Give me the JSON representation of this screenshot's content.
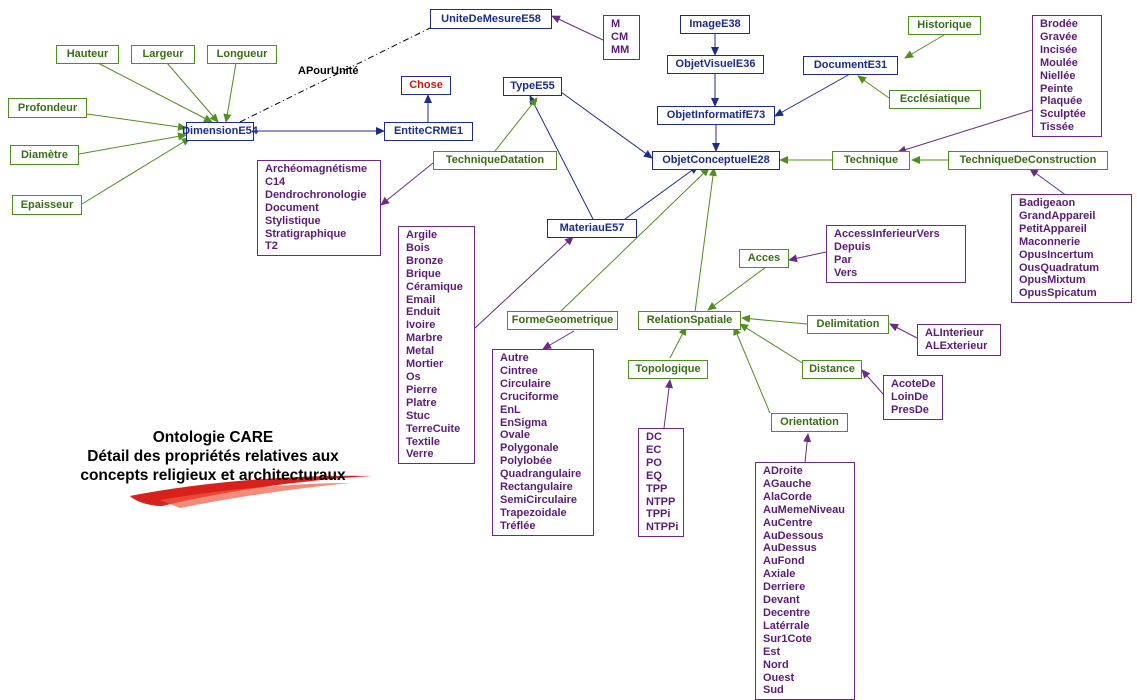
{
  "caption": {
    "title": "Ontologie CARE",
    "line2": "Détail des propriétés relatives aux",
    "line3": "concepts religieux et architecturaux"
  },
  "property_label": "APourUnité",
  "classes": {
    "unite": "UniteDeMesureE58",
    "image": "ImageE38",
    "objetvisuel": "ObjetVisuelE36",
    "document": "DocumentE31",
    "objetinformatif": "ObjetInformatifE73",
    "typee55": "TypeE55",
    "chose": "Chose",
    "dimension": "DimensionE54",
    "entite": "EntiteCRME1",
    "conceptuel": "ObjetConceptuelE28",
    "materiau": "MateriauE57"
  },
  "green": {
    "hauteur": "Hauteur",
    "largeur": "Largeur",
    "longueur": "Longueur",
    "profondeur": "Profondeur",
    "diametre": "Diamètre",
    "epaisseur": "Epaisseur",
    "historique": "Historique",
    "ecclesiastique": "Ecclésiatique",
    "technique": "Technique",
    "techconstruction": "TechniqueDeConstruction",
    "techdatation": "TechniqueDatation",
    "acces": "Acces",
    "forme": "FormeGeometrique",
    "relation": "RelationSpatiale",
    "delimitation": "Delimitation",
    "topologique": "Topologique",
    "distance": "Distance",
    "orientation": "Orientation"
  },
  "lists": {
    "mesures": [
      "M",
      "CM",
      "MM"
    ],
    "decorations": [
      "Brodée",
      "Gravée",
      "Incisée",
      "Moulée",
      "Niellée",
      "Peinte",
      "Plaquée",
      "Sculptée",
      "Tissée"
    ],
    "datation": [
      "Archéomagnétisme",
      "C14",
      "Dendrochronologie",
      "Document",
      "Stylistique",
      "Stratigraphique",
      "T2"
    ],
    "materiaux": [
      "Argile",
      "Bois",
      "Bronze",
      "Brique",
      "Céramique",
      "Email",
      "Enduit",
      "Ivoire",
      "Marbre",
      "Metal",
      "Mortier",
      "Os",
      "Pierre",
      "Platre",
      "Stuc",
      "TerreCuite",
      "Textile",
      "Verre"
    ],
    "construction": [
      "Badigeaon",
      "GrandAppareil",
      "PetitAppareil",
      "Maconnerie",
      "OpusIncertum",
      "OusQuadratum",
      "OpusMixtum",
      "OpusSpicatum"
    ],
    "acces": [
      "AccessInferieurVers",
      "Depuis",
      "Par",
      "Vers"
    ],
    "formes": [
      "Autre",
      "Cintree",
      "Circulaire",
      "Cruciforme",
      "EnL",
      "EnSigma",
      "Ovale",
      "Polygonale",
      "Polylobée",
      "Quadrangulaire",
      "Rectangulaire",
      "SemiCirculaire",
      "Trapezoidale",
      "Tréflée"
    ],
    "delimitation": [
      "ALInterieur",
      "ALExterieur"
    ],
    "topologie": [
      "DC",
      "EC",
      "PO",
      "EQ",
      "TPP",
      "NTPP",
      "TPPi",
      "NTPPi"
    ],
    "distance": [
      "AcoteDe",
      "LoinDe",
      "PresDe"
    ],
    "orientation": [
      "ADroite",
      "AGauche",
      "AlaCorde",
      "AuMemeNiveau",
      "AuCentre",
      "AuDessous",
      "AuDessus",
      "AuFond",
      "Axiale",
      "Derriere",
      "Devant",
      "Decentre",
      "Latérrale",
      "Sur1Cote",
      "Est",
      "Nord",
      "Ouest",
      "Sud"
    ]
  },
  "colors": {
    "class_border": "#1c2c8c",
    "subclass_green": "#4f8f1e",
    "instance_purple": "#6a2a86",
    "root_red": "#d01818"
  }
}
